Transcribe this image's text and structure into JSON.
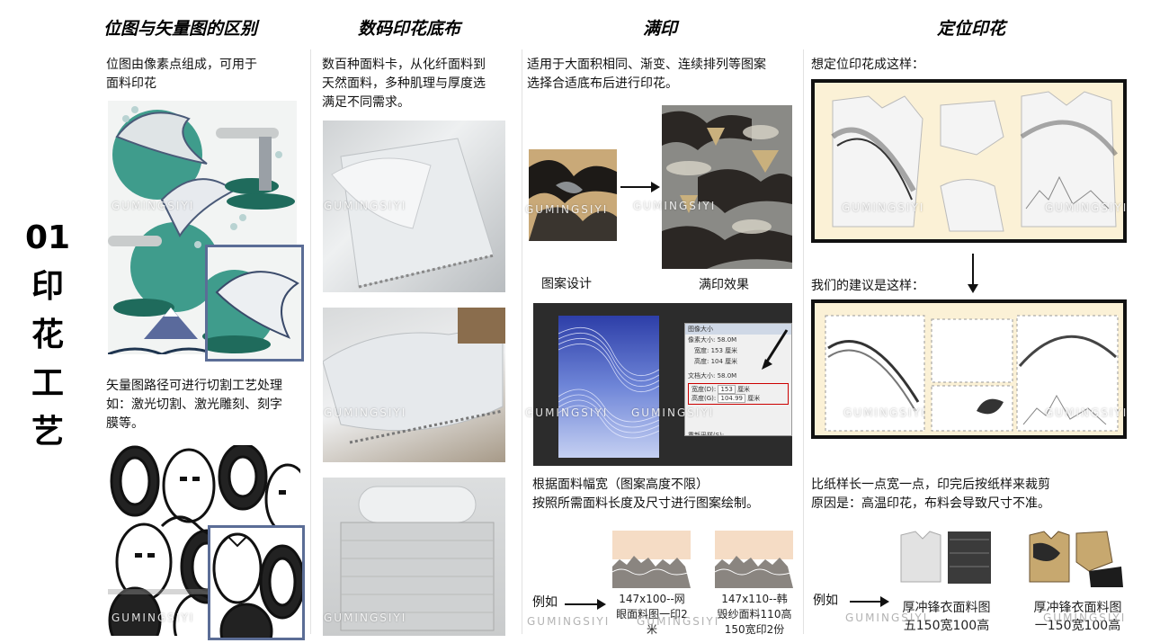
{
  "side_title": [
    "01",
    "印",
    "花",
    "工",
    "艺"
  ],
  "columns": {
    "bitmap": {
      "header": "位图与矢量图的区别",
      "text1_line1": "位图由像素点组成，可用于",
      "text1_line2": "面料印花",
      "text2_line1": "矢量图路径可进行切割工艺处理",
      "text2_line2": "如：激光切割、激光雕刻、刻字",
      "text2_line3": "膜等。"
    },
    "fabric": {
      "header": "数码印花底布",
      "text_line1": "数百种面料卡，从化纤面料到",
      "text_line2": "天然面料，多种肌理与厚度选",
      "text_line3": "满足不同需求。"
    },
    "full": {
      "header": "满印",
      "text_line1": "适用于大面积相同、渐变、连续排列等图案",
      "text_line2": "选择合适底布后进行印花。",
      "label_design": "图案设计",
      "label_effect": "满印效果",
      "text2_line1": "根据面料幅宽（图案高度不限）",
      "text2_line2": "按照所需面料长度及尺寸进行图案绘制。",
      "example_label": "例如",
      "example1_line1": "147x100--网",
      "example1_line2": "眼面料图一印2",
      "example1_line3": "米",
      "example2_line1": "147x110--韩",
      "example2_line2": "毁纱面料110高",
      "example2_line3": "150宽印2份"
    },
    "position": {
      "header": "定位印花",
      "text_line1": "想定位印花成这样：",
      "text2_line1": "我们的建议是这样：",
      "text3_line1": "比纸样长一点宽一点，印完后按纸样来裁剪",
      "text3_line2": "原因是：高温印花，布料会导致尺寸不准。",
      "example_label": "例如",
      "example1_line1": "厚冲锋衣面料图",
      "example1_line2": "五150宽100高",
      "example2_line1": "厚冲锋衣面料图",
      "example2_line2": "一150宽100高"
    }
  },
  "watermark": "GUMINGSIYI",
  "dialog": {
    "title": "图像大小",
    "line1": "像素大小: 58.0M",
    "line2": "宽度: 153 厘米",
    "line3": "高度: 104 厘米",
    "line4": "文档大小: 58.0M",
    "width_label": "宽度(D):",
    "width_value": "153",
    "height_label": "高度(G):",
    "height_value": "104.99",
    "unit": "厘米",
    "resample": "重新采样(S):"
  }
}
